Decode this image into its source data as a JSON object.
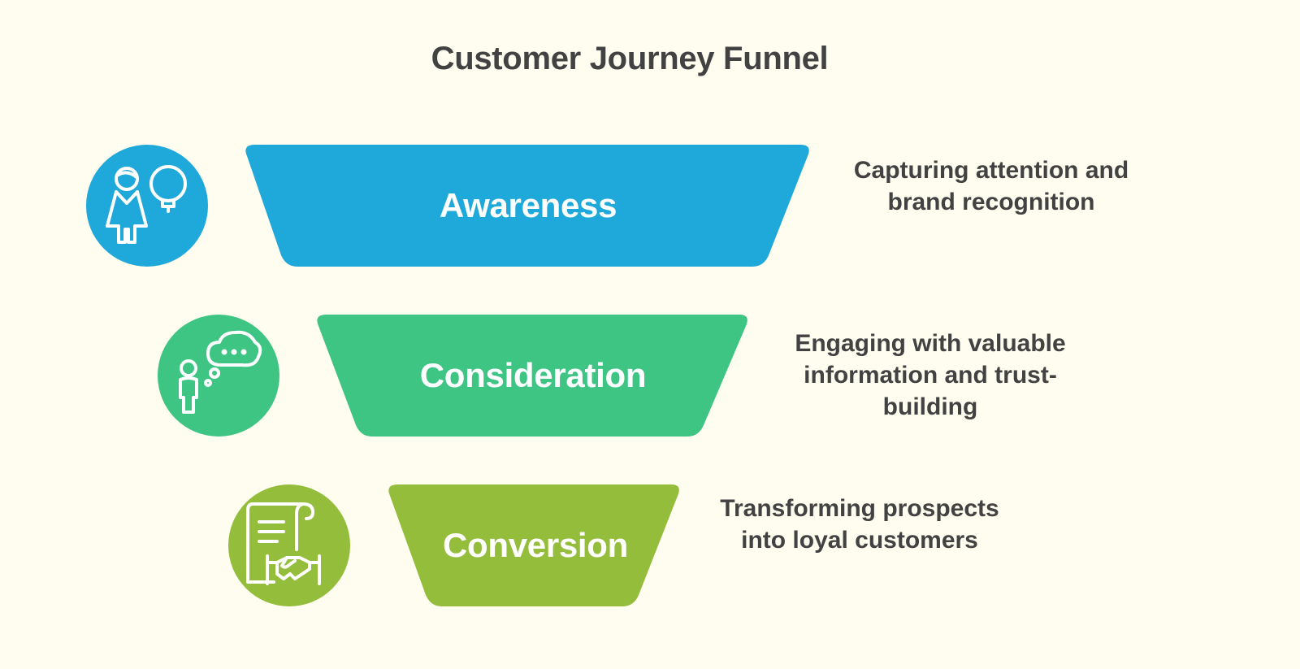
{
  "title": "Customer Journey Funnel",
  "colors": {
    "background": "#fefdef",
    "awareness": "#1fa9da",
    "consideration": "#3ec584",
    "conversion": "#93bd3a"
  },
  "stages": [
    {
      "label": "Awareness",
      "description_lines": [
        "Capturing attention and",
        "brand recognition"
      ],
      "icon": "person-with-lightbulb-icon"
    },
    {
      "label": "Consideration",
      "description_lines": [
        "Engaging with valuable",
        "information and trust-",
        "building"
      ],
      "icon": "person-thinking-bubble-icon"
    },
    {
      "label": "Conversion",
      "description_lines": [
        "Transforming prospects",
        "into loyal customers"
      ],
      "icon": "contract-handshake-icon"
    }
  ]
}
